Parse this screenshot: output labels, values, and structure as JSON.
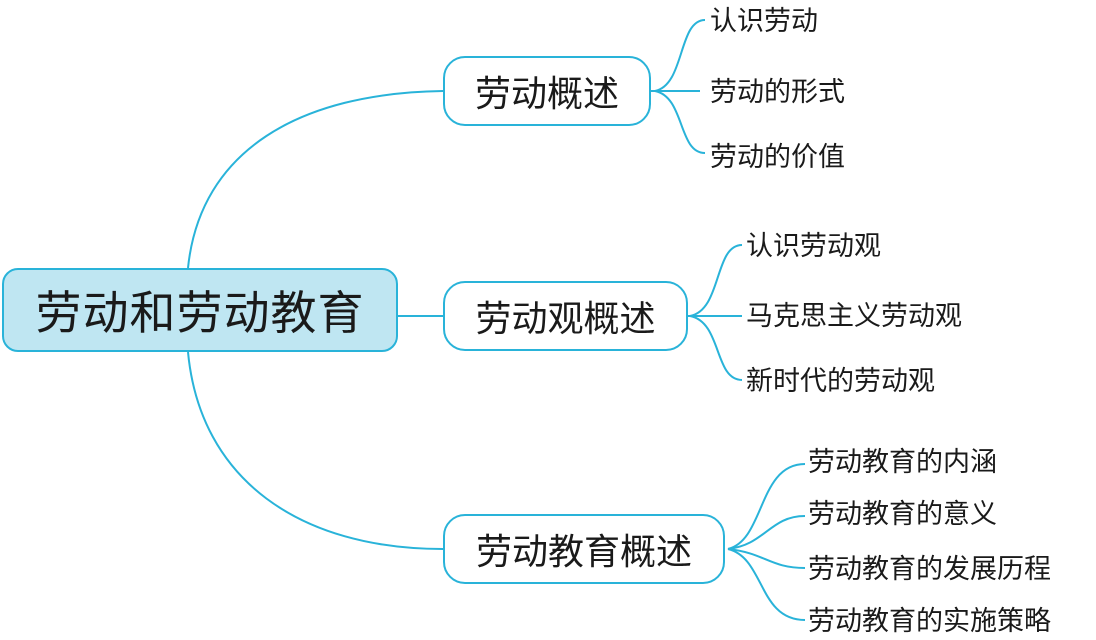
{
  "mindmap": {
    "root": "劳动和劳动教育",
    "branches": [
      {
        "label": "劳动概述",
        "leaves": [
          "认识劳动",
          "劳动的形式",
          "劳动的价值"
        ]
      },
      {
        "label": "劳动观概述",
        "leaves": [
          "认识劳动观",
          "马克思主义劳动观",
          "新时代的劳动观"
        ]
      },
      {
        "label": "劳动教育概述",
        "leaves": [
          "劳动教育的内涵",
          "劳动教育的意义",
          "劳动教育的发展历程",
          "劳动教育的实施策略"
        ]
      }
    ]
  },
  "colors": {
    "line": "#29b3d9",
    "root_fill": "#bfe6f2",
    "text": "#1a1a1a"
  }
}
